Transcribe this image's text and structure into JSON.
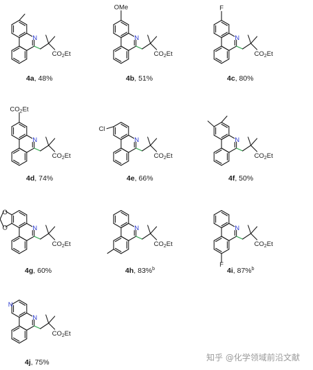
{
  "compounds": [
    {
      "id": "4a",
      "yield": ", 48%",
      "note": "",
      "substituents": [
        {
          "text": "",
          "kind": "methyl"
        }
      ],
      "ring_n": "N"
    },
    {
      "id": "4b",
      "yield": ", 51%",
      "note": "",
      "substituents": [
        {
          "text": "OMe",
          "kind": "label"
        }
      ],
      "ring_n": "N"
    },
    {
      "id": "4c",
      "yield": ", 80%",
      "note": "",
      "substituents": [
        {
          "text": "F",
          "kind": "label"
        }
      ],
      "ring_n": "N"
    },
    {
      "id": "4d",
      "yield": ", 74%",
      "note": "",
      "substituents": [
        {
          "text": "CO",
          "kind": "label"
        }
      ],
      "ring_n": "N"
    },
    {
      "id": "4e",
      "yield": ", 66%",
      "note": "",
      "substituents": [
        {
          "text": "Cl",
          "kind": "label"
        }
      ],
      "ring_n": "N"
    },
    {
      "id": "4f",
      "yield": ", 50%",
      "note": "",
      "substituents": [],
      "ring_n": "N"
    },
    {
      "id": "4g",
      "yield": ", 60%",
      "note": "",
      "substituents": [
        {
          "text": "O",
          "kind": "label"
        },
        {
          "text": "O",
          "kind": "label"
        }
      ],
      "ring_n": "N"
    },
    {
      "id": "4h",
      "yield": ", 83%",
      "note": "b",
      "substituents": [],
      "ring_n": "N"
    },
    {
      "id": "4i",
      "yield": ", 87%",
      "note": "b",
      "substituents": [
        {
          "text": "F",
          "kind": "label"
        }
      ],
      "ring_n": "N"
    },
    {
      "id": "4j",
      "yield": ", 75%",
      "note": "",
      "substituents": [
        {
          "text": "N",
          "kind": "ring_n"
        }
      ],
      "ring_n": "N"
    }
  ],
  "side_chain": {
    "ester": "CO",
    "ester_sub": "2",
    "ester_tail": "Et"
  },
  "ester_4d": {
    "text": "CO",
    "sub": "2",
    "tail": "Et"
  },
  "watermark": "知乎 @化学领域前沿文献",
  "colors": {
    "bond": "#1a1a1a",
    "nitrogen": "#2b3bd0",
    "linker": "#2aa84a"
  }
}
